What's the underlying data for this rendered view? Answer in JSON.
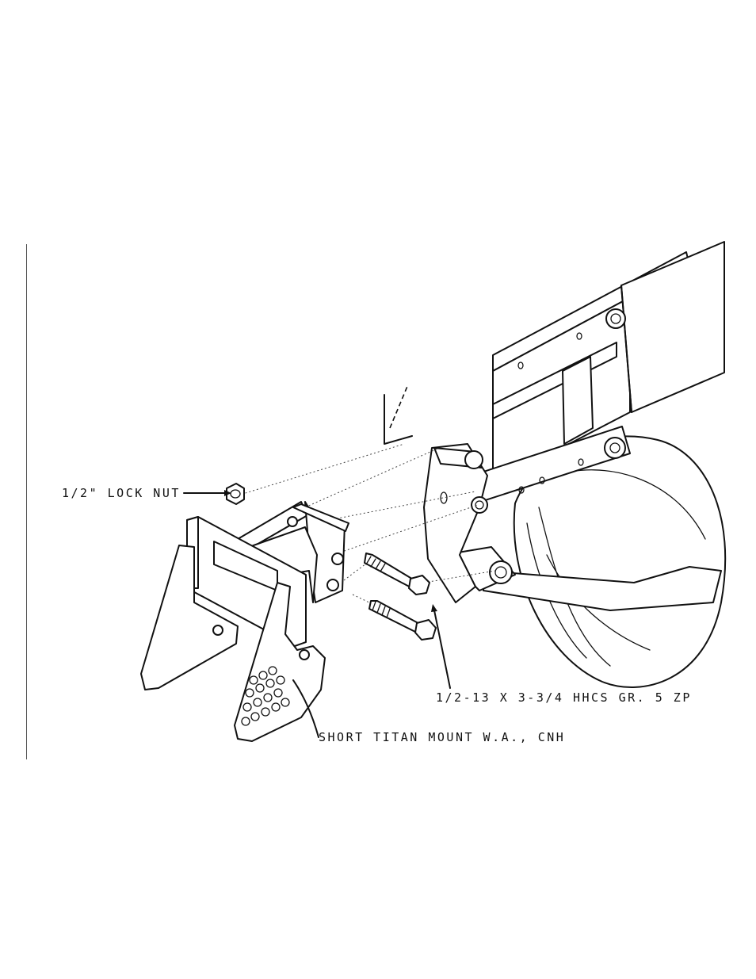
{
  "callouts": {
    "lock_nut": "1/2\" LOCK NUT",
    "bolt": "1/2-13 X 3-3/4 HHCS GR. 5 ZP",
    "mount": "SHORT TITAN MOUNT W.A., CNH"
  }
}
